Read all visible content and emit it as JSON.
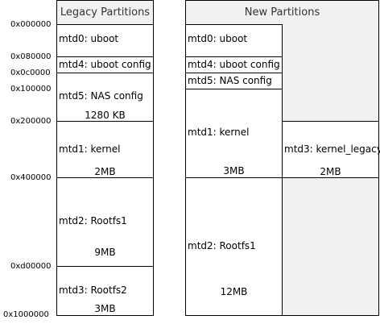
{
  "legacy": {
    "title": "Legacy Partitions",
    "partitions": [
      {
        "name": "mtd0: uboot",
        "size": ""
      },
      {
        "name": "mtd4: uboot config",
        "size": ""
      },
      {
        "name": "mtd5: NAS config",
        "size": "1280 KB"
      },
      {
        "name": "mtd1: kernel",
        "size": "2MB"
      },
      {
        "name": "mtd2: Rootfs1",
        "size": "9MB"
      },
      {
        "name": "mtd3: Rootfs2",
        "size": "3MB"
      }
    ]
  },
  "new": {
    "title": "New Partitions",
    "partitions": [
      {
        "name": "mtd0: uboot",
        "size": ""
      },
      {
        "name": "mtd4: uboot config",
        "size": ""
      },
      {
        "name": "mtd5: NAS config",
        "size": ""
      },
      {
        "name": "mtd1: kernel",
        "size": "3MB"
      },
      {
        "name": "mtd3: kernel_legacy",
        "size": "2MB"
      },
      {
        "name": "mtd2: Rootfs1",
        "size": "12MB"
      }
    ]
  },
  "addresses": [
    "0x000000",
    "0x080000",
    "0x0c0000",
    "0x100000",
    "0x200000",
    "0x400000",
    "0xd00000",
    "0x1000000"
  ]
}
